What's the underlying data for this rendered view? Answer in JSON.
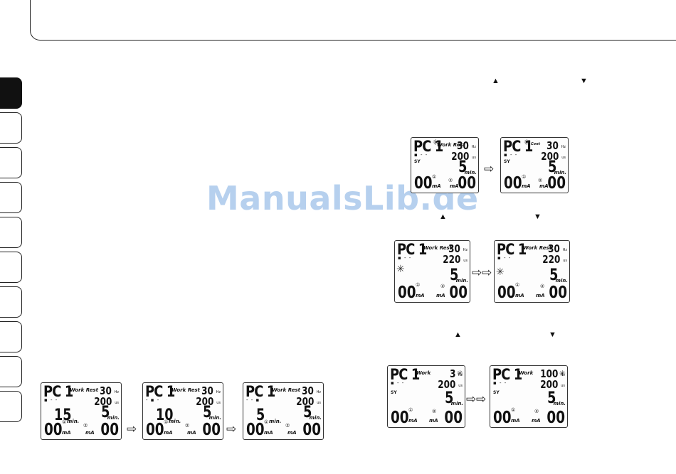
{
  "watermark": "ManualsLib.de",
  "side_tabs": {
    "count": 10,
    "active_index": 0
  },
  "glyphs": {
    "up": "▲",
    "down": "▼",
    "flow": "⇨",
    "flash": "✳"
  },
  "lcd_panels": [
    {
      "program": "PC 1",
      "mode": "Work Rest",
      "freq": "30",
      "freq_unit": "Hz",
      "width": "200",
      "width_unit": "us",
      "bars": "▪ - -",
      "sy": "",
      "time1": "15",
      "time1_unit": "min.",
      "time2": "5",
      "time2_unit": "min.",
      "ch1_no": "①",
      "ch1": "00",
      "ma1": "mA",
      "ch2_no": "②",
      "ma2": "mA",
      "ch2": "00"
    },
    {
      "program": "PC 1",
      "mode": "Work Rest",
      "freq": "30",
      "freq_unit": "Hz",
      "width": "200",
      "width_unit": "us",
      "bars": "- ▪ -",
      "sy": "",
      "time1": "10",
      "time1_unit": "min.",
      "time2": "5",
      "time2_unit": "min.",
      "ch1_no": "①",
      "ch1": "00",
      "ma1": "mA",
      "ch2_no": "②",
      "ma2": "mA",
      "ch2": "00"
    },
    {
      "program": "PC 1",
      "mode": "Work Rest",
      "freq": "30",
      "freq_unit": "Hz",
      "width": "200",
      "width_unit": "us",
      "bars": "- - ▪",
      "sy": "",
      "time1": "5",
      "time1_unit": "min.",
      "time2": "5",
      "time2_unit": "min.",
      "ch1_no": "①",
      "ch1": "00",
      "ma1": "mA",
      "ch2_no": "②",
      "ma2": "mA",
      "ch2": "00"
    },
    {
      "program": "PC 1",
      "mode": "Work Rest",
      "freq": "30",
      "freq_unit": "Hz",
      "width": "200",
      "width_unit": "us",
      "bars": "▪ - -",
      "sy": "SY",
      "time1": "",
      "time1_unit": "",
      "time2": "5",
      "time2_unit": "min.",
      "ch1_no": "①",
      "ch1": "00",
      "ma1": "mA",
      "ch2_no": "②",
      "ma2": "mA",
      "ch2": "00"
    },
    {
      "program": "PC 1",
      "mode": "Cont",
      "freq": "30",
      "freq_unit": "Hz",
      "width": "200",
      "width_unit": "us",
      "bars": "▪ - -",
      "sy": "SY",
      "time1": "",
      "time1_unit": "",
      "time2": "5",
      "time2_unit": "min.",
      "ch1_no": "①",
      "ch1": "00",
      "ma1": "mA",
      "ch2_no": "②",
      "ma2": "mA",
      "ch2": "00"
    },
    {
      "program": "PC 1",
      "mode": "Work Rest",
      "freq": "30",
      "freq_unit": "Hz",
      "width": "220",
      "width_unit": "us",
      "bars": "▪ - -",
      "sy": "",
      "time1": "",
      "time1_unit": "",
      "time2": "5",
      "time2_unit": "min.",
      "ch1_no": "①",
      "ch1": "00",
      "ma1": "mA",
      "ch2_no": "②",
      "ma2": "mA",
      "ch2": "00"
    },
    {
      "program": "PC 1",
      "mode": "Work Rest",
      "freq": "30",
      "freq_unit": "Hz",
      "width": "220",
      "width_unit": "us",
      "bars": "▪ - -",
      "sy": "",
      "time1": "",
      "time1_unit": "",
      "time2": "5",
      "time2_unit": "min.",
      "ch1_no": "①",
      "ch1": "00",
      "ma1": "mA",
      "ch2_no": "②",
      "ma2": "mA",
      "ch2": "00"
    },
    {
      "program": "PC 1",
      "mode": "Work",
      "freq": "3",
      "freq_unit": "Hz",
      "width": "200",
      "width_unit": "us",
      "bars": "▪ - -",
      "sy": "SY",
      "time1": "",
      "time1_unit": "",
      "time2": "5",
      "time2_unit": "min.",
      "ch1_no": "①",
      "ch1": "00",
      "ma1": "mA",
      "ch2_no": "②",
      "ma2": "mA",
      "ch2": "00"
    },
    {
      "program": "PC 1",
      "mode": "Work",
      "freq": "100",
      "freq_unit": "Hz",
      "width": "200",
      "width_unit": "us",
      "bars": "▪ - -",
      "sy": "SY",
      "time1": "",
      "time1_unit": "",
      "time2": "5",
      "time2_unit": "min.",
      "ch1_no": "①",
      "ch1": "00",
      "ma1": "mA",
      "ch2_no": "②",
      "ma2": "mA",
      "ch2": "00"
    }
  ]
}
